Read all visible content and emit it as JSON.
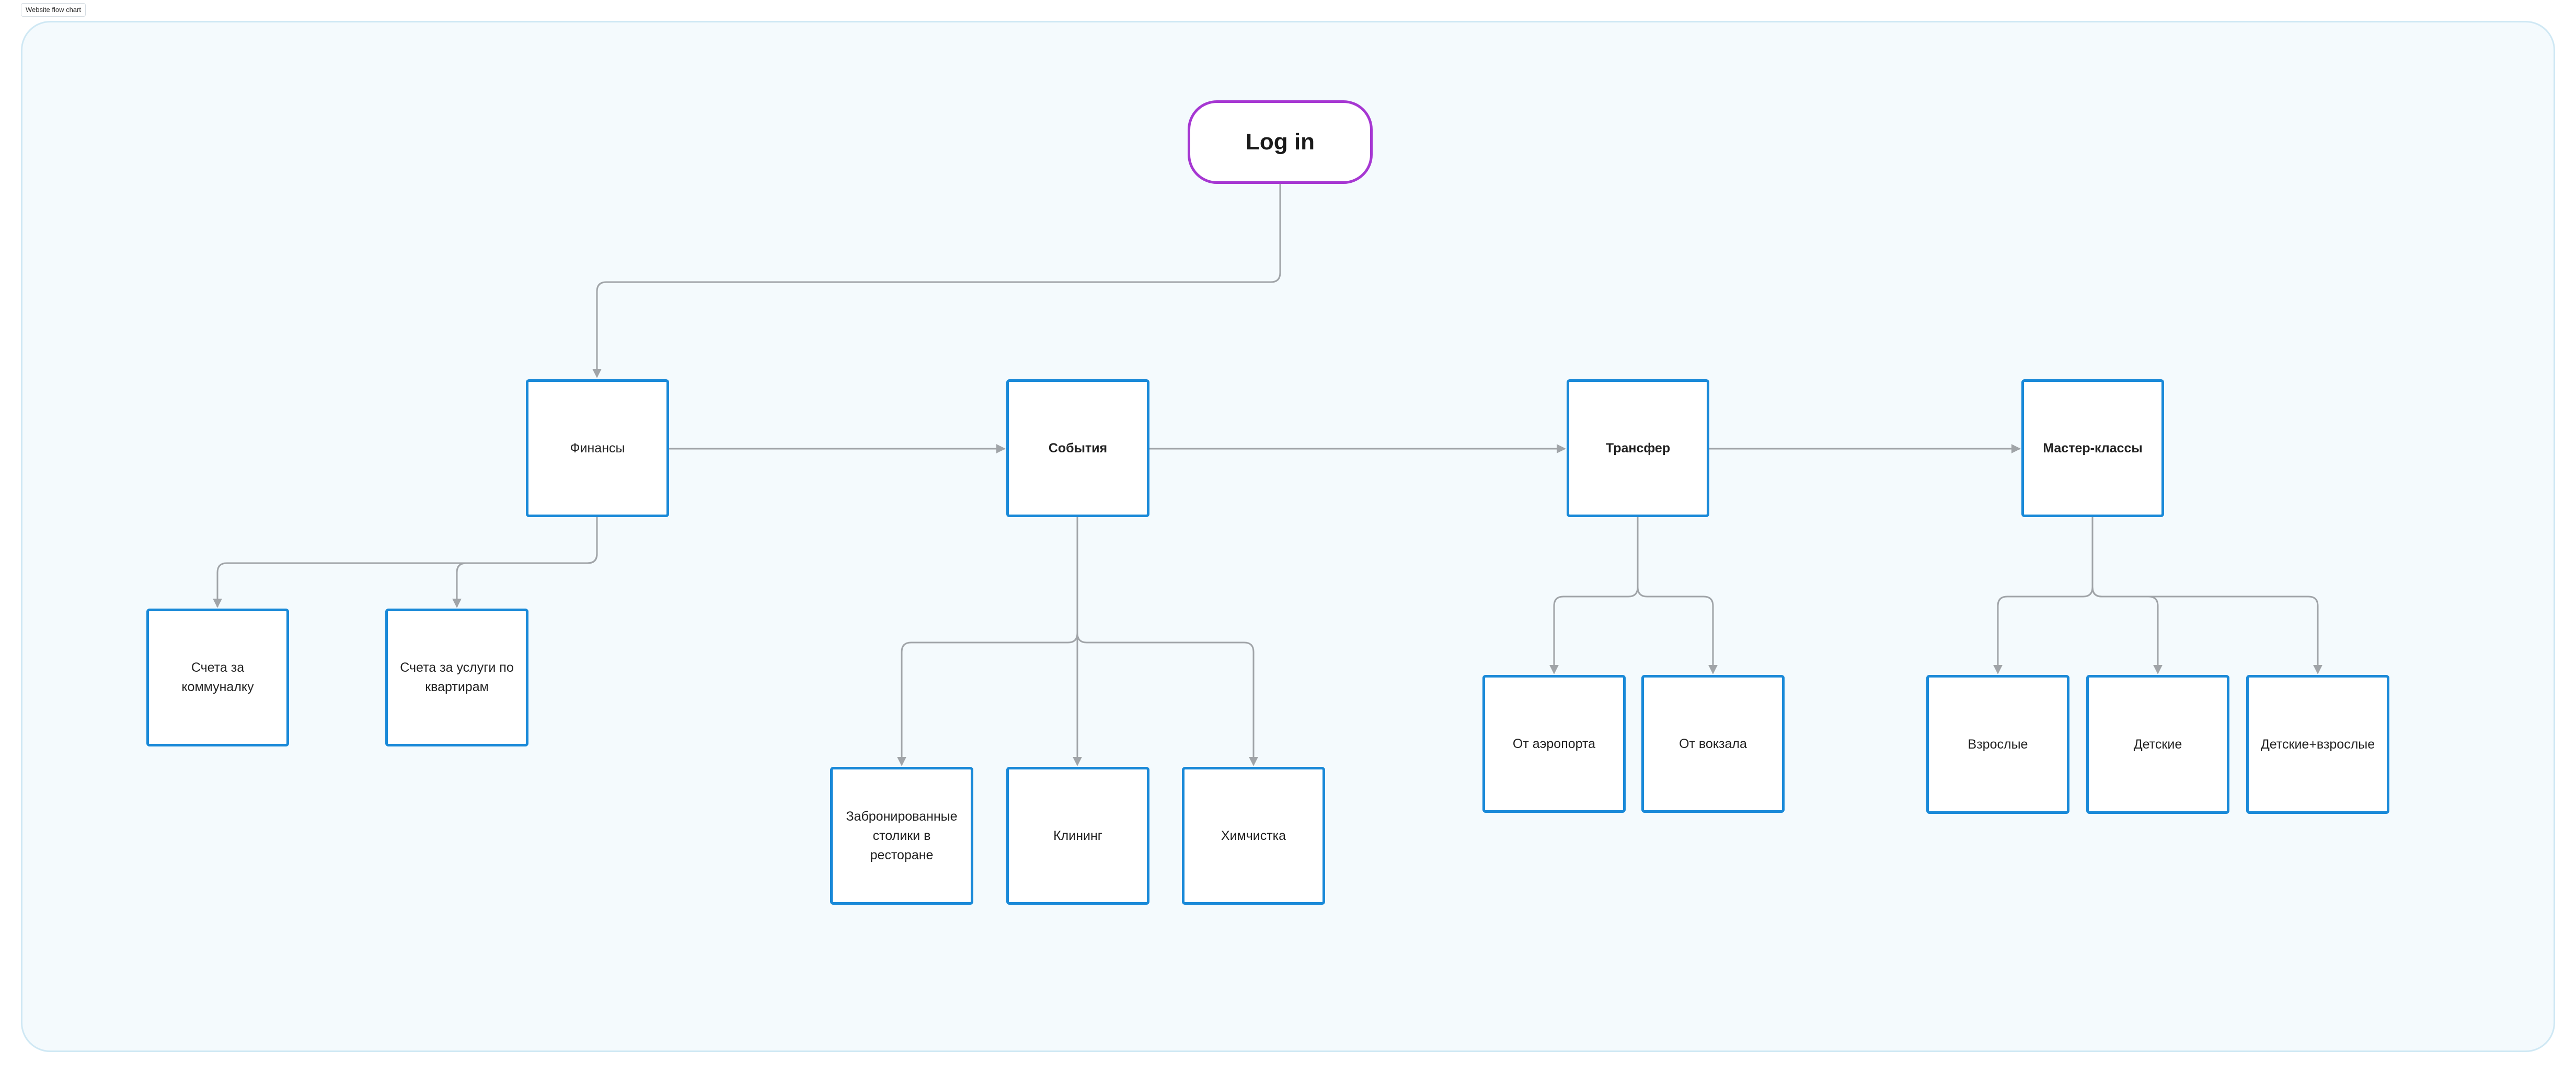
{
  "frame_label": "Website flow chart",
  "colors": {
    "start_border": "#a637d2",
    "node_border": "#1989d8",
    "connector": "#a0a4a8",
    "frame_background": "#f4fafd"
  },
  "start": {
    "label": "Log in"
  },
  "sections": {
    "finance": {
      "label": "Финансы",
      "children": [
        "Счета за коммуналку",
        "Счета за услуги по квартирам"
      ]
    },
    "events": {
      "label": "События",
      "children": [
        "Забронированные столики в ресторане",
        "Клининг",
        "Химчистка"
      ]
    },
    "transfer": {
      "label": "Трансфер",
      "children": [
        "От аэропорта",
        "От вокзала"
      ]
    },
    "workshops": {
      "label": "Мастер-классы",
      "children": [
        "Взрослые",
        "Детские",
        "Детские+взрослые"
      ]
    }
  }
}
